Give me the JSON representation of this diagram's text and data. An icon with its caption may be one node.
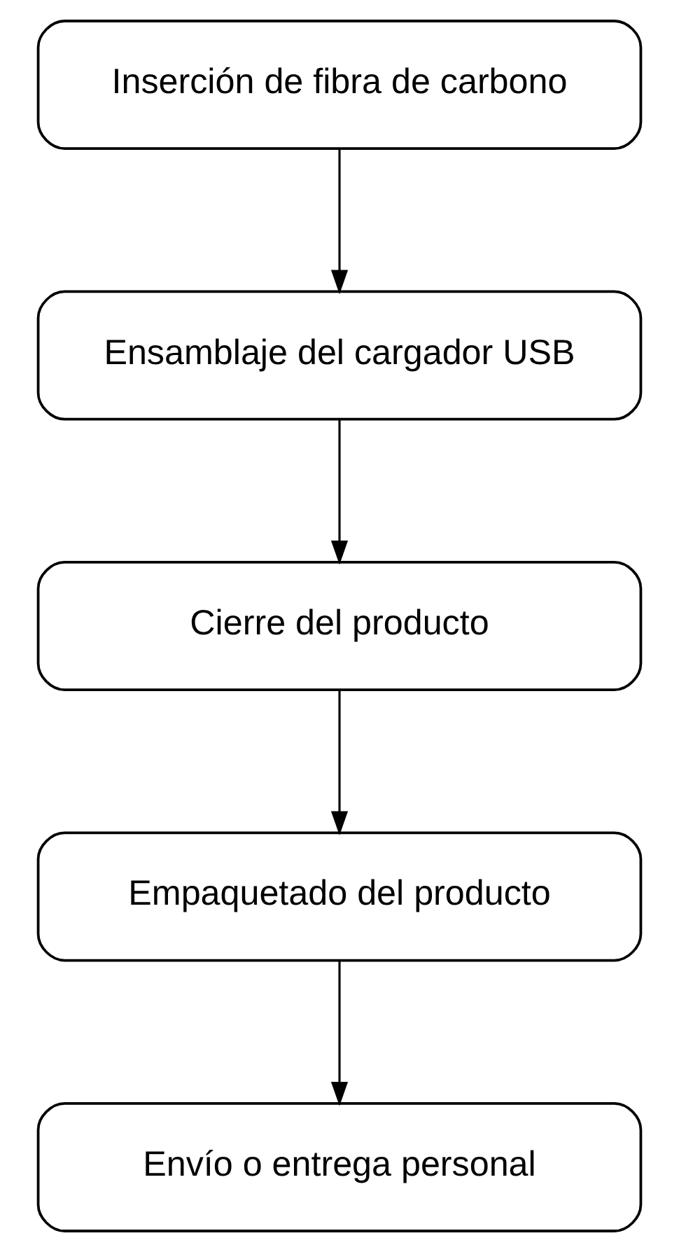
{
  "diagram": {
    "nodes": [
      {
        "text": [
          "Inserción de fibra de carbono"
        ]
      },
      {
        "text": [
          "Ensamblaje del cargador USB"
        ]
      },
      {
        "text": [
          "Cierre del producto"
        ]
      },
      {
        "text": [
          "Empaquetado del producto"
        ]
      },
      {
        "text": [
          "Envío o entrega personal"
        ]
      }
    ],
    "edges": [
      {
        "from": 0,
        "to": 1,
        "arrow": "to"
      },
      {
        "from": 1,
        "to": 2,
        "arrow": "to"
      },
      {
        "from": 2,
        "to": 3,
        "arrow": "to"
      },
      {
        "from": 3,
        "to": 4,
        "arrow": "to"
      }
    ]
  }
}
